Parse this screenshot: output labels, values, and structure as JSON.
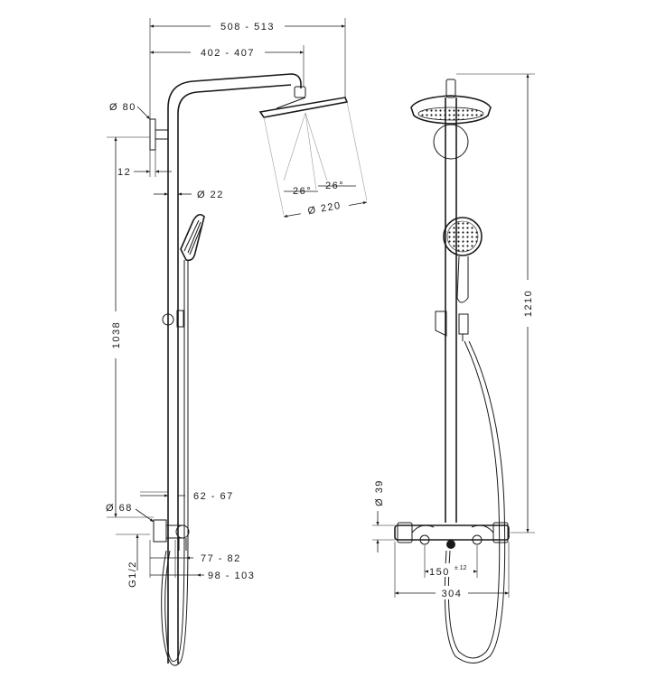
{
  "side_view": {
    "dim_total_width": "508 - 513",
    "dim_arm_length": "402 - 407",
    "dim_wall_flange": "Ø 80",
    "dim_wall_offset": "12",
    "dim_pipe_diameter": "Ø 22",
    "dim_spray_angle_left": "26°",
    "dim_spray_angle_right": "26°",
    "dim_head_diameter": "Ø 220",
    "dim_riser_height": "1038",
    "dim_mixer_offset": "62 - 67",
    "dim_mixer_flange": "Ø 68",
    "dim_depth_1": "77 - 82",
    "dim_thread": "G1/2",
    "dim_depth_2": "98 - 103"
  },
  "front_view": {
    "dim_total_height": "1210",
    "dim_mixer_body": "Ø 39",
    "dim_inlet_spacing": "150",
    "dim_inlet_tolerance": "± 12",
    "dim_mixer_width": "304"
  }
}
